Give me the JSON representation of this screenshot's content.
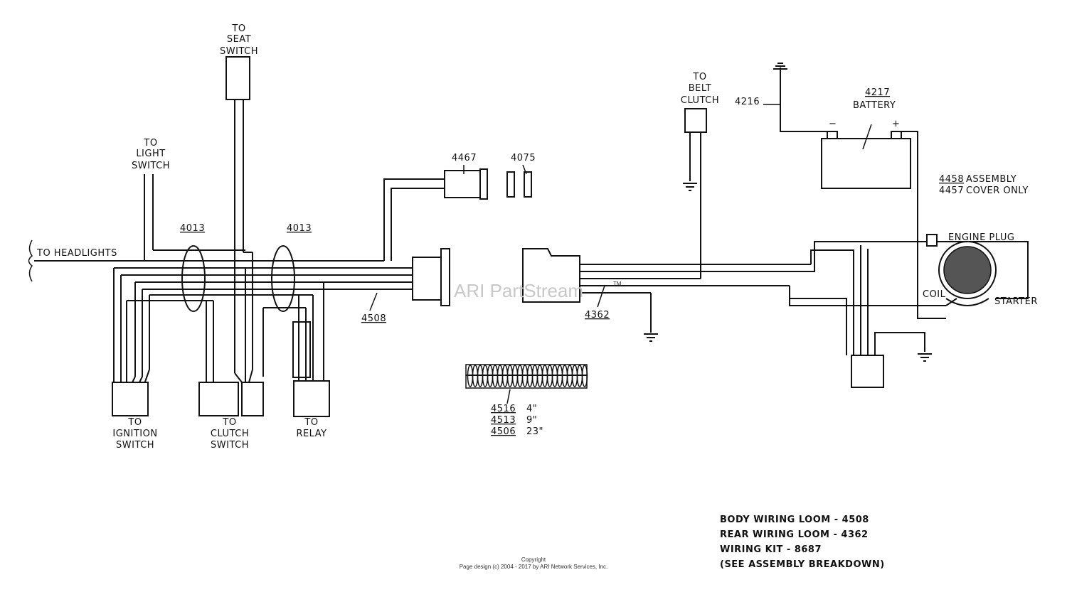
{
  "labels": {
    "seat_switch": [
      "TO",
      "SEAT",
      "SWITCH"
    ],
    "light_switch": [
      "TO",
      "LIGHT",
      "SWITCH"
    ],
    "headlights": "TO HEADLIGHTS",
    "tie_left": "4013",
    "tie_right": "4013",
    "ignition": [
      "TO",
      "IGNITION",
      "SWITCH"
    ],
    "clutch": [
      "TO",
      "CLUTCH",
      "SWITCH"
    ],
    "relay": [
      "TO",
      "RELAY"
    ],
    "body_loom_part": "4508",
    "rear_loom_part": "4362",
    "connector_4467": "4467",
    "connector_4075": "4075",
    "belt_clutch": [
      "TO",
      "BELT",
      "CLUTCH"
    ],
    "ground_strap": "4216",
    "battery_part": "4217",
    "battery": "BATTERY",
    "battery_minus": "−",
    "battery_plus": "+",
    "cable_assembly_part": "4458",
    "cable_assembly_text": "ASSEMBLY",
    "cable_cover_part": "4457",
    "cable_cover_text": "COVER ONLY",
    "engine_plug": "ENGINE PLUG",
    "coil": "COIL",
    "starter": "STARTER"
  },
  "sleeving": [
    {
      "part": "4516",
      "length": "4\""
    },
    {
      "part": "4513",
      "length": "9\""
    },
    {
      "part": "4506",
      "length": "23\""
    }
  ],
  "legend": [
    "BODY WIRING LOOM  - 4508",
    "REAR WIRING LOOM - 4362",
    "WIRING KIT  - 8687",
    "(SEE ASSEMBLY BREAKDOWN)"
  ],
  "watermark": "ARI PartStream",
  "watermark_tm": "TM",
  "copyright": "Copyright",
  "page_design": "Page design (c) 2004 - 2017 by ARI Network Services, Inc."
}
